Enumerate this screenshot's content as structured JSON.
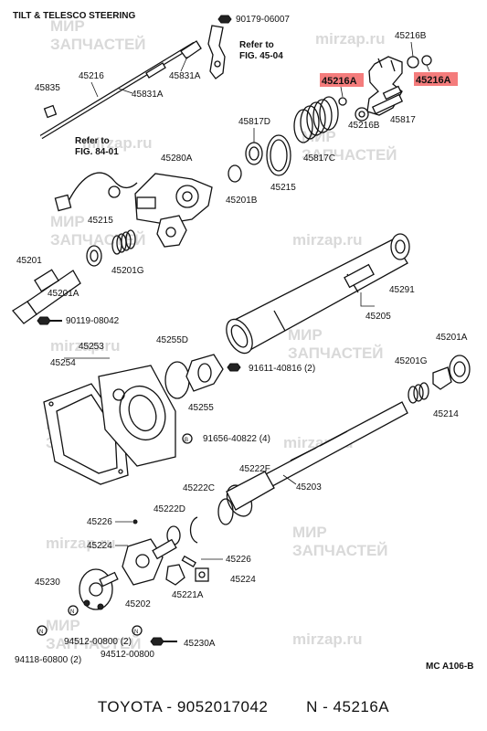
{
  "title": "TILT & TELESCO STEERING",
  "refs": {
    "fig45": [
      "Refer to",
      "FIG. 45-04"
    ],
    "fig84": [
      "Refer to",
      "FIG. 84-01"
    ]
  },
  "labels": {
    "p90179": "90179-06007",
    "p45216B": "45216B",
    "p45216A_left": "45216A",
    "p45216A_right": "45216A",
    "p45216B_low": "45216B",
    "p45817": "45817",
    "p45216": "45216",
    "p45835": "45835",
    "p45831A_top": "45831A",
    "p45831A": "45831A",
    "p45817D": "45817D",
    "p45817C": "45817C",
    "p45215_top": "45215",
    "p45201B": "45201B",
    "p45280A": "45280A",
    "p45215": "45215",
    "p45201G_left": "45201G",
    "p45201": "45201",
    "p45201A_left": "45201A",
    "p90119": "90119-08042",
    "p45291": "45291",
    "p45205": "45205",
    "p45253": "45253",
    "p45254": "45254",
    "p45255D": "45255D",
    "p91611": "91611-40816 (2)",
    "p45255": "45255",
    "p45201A_right": "45201A",
    "p45201G_right": "45201G",
    "p45214": "45214",
    "p91656": "91656-40822 (4)",
    "p45222F": "45222F",
    "p45203": "45203",
    "p45222C": "45222C",
    "p45222D": "45222D",
    "p45226_left": "45226",
    "p45224_left": "45224",
    "p45226_right": "45226",
    "p45224_right": "45224",
    "p45230": "45230",
    "p45202": "45202",
    "p45221A": "45221A",
    "p94512_left": "94512-00800 (2)",
    "p45230A": "45230A",
    "p94118": "94118-60800 (2)",
    "p94512_right": "94512-00800",
    "code": "MC  A106-B"
  },
  "watermarks": [
    "МИР",
    "ЗАПЧАСТЕЙ",
    "mirzap.ru"
  ],
  "highlight_color": "#f47c7c",
  "footer": "TOYOTA - 9052017042        N - 45216A"
}
